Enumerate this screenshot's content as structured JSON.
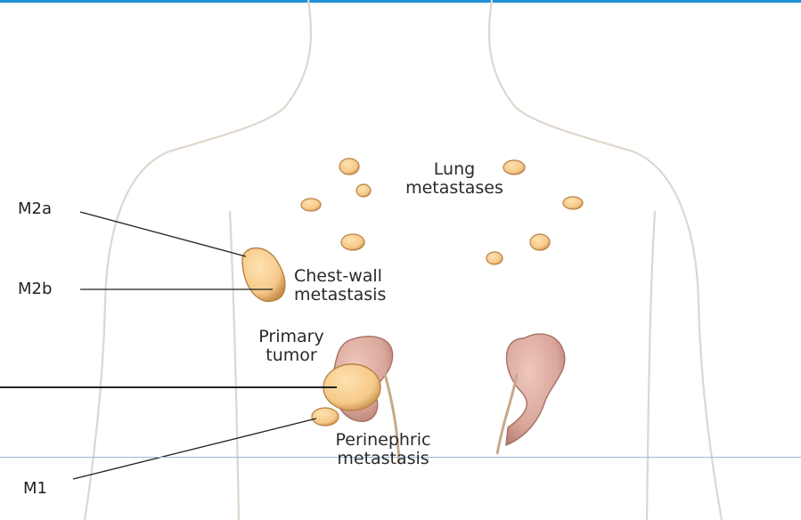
{
  "labels": {
    "lung": [
      "Lung",
      "metastases"
    ],
    "chest_wall": [
      "Chest-wall",
      "metastasis"
    ],
    "primary": [
      "Primary",
      "tumor"
    ],
    "perinephric": [
      "Perinephric",
      "metastasis"
    ],
    "m2a": "M2a",
    "m2b": "M2b",
    "m1": "M1"
  },
  "colors": {
    "accent_bar": "#1e90d6",
    "body_outline": "#e0d6cc",
    "nodule_fill": "#f6c98a",
    "kidney_fill": "#d9a69a",
    "leader_line": "#222222"
  }
}
